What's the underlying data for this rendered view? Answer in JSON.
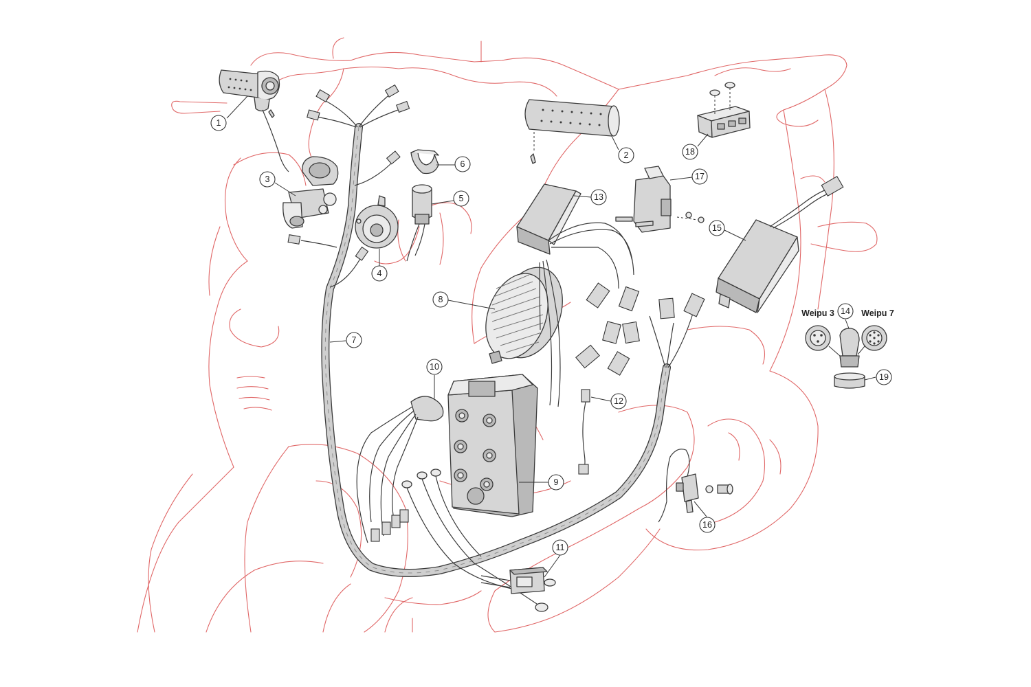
{
  "callouts": [
    "1",
    "2",
    "3",
    "4",
    "5",
    "6",
    "7",
    "8",
    "9",
    "10",
    "11",
    "12",
    "13",
    "14",
    "15",
    "16",
    "17",
    "18",
    "19"
  ],
  "connector_labels": {
    "left": "Weipu 3",
    "right": "Weipu 7"
  },
  "colors": {
    "outline": "#e06666",
    "part_stroke": "#3a3a3a",
    "part_fill": "#d6d6d6",
    "background": "#ffffff"
  }
}
